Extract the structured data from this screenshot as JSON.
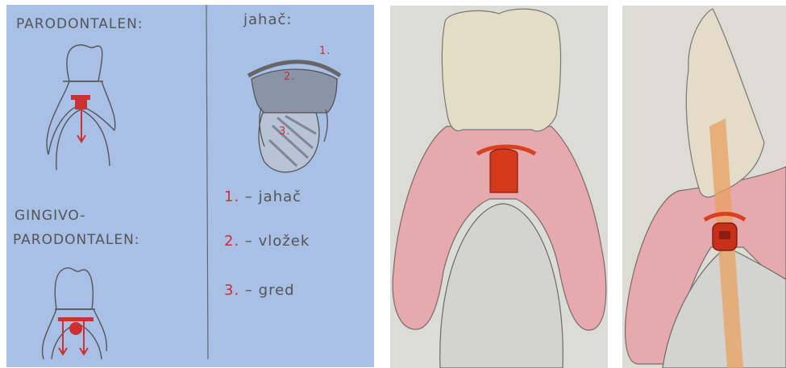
{
  "sketch": {
    "title_top_left": "PARODONTALEN:",
    "title_bottom_left_line1": "GINGIVO-",
    "title_bottom_left_line2": "PARODONTALEN:",
    "title_right": "jahač:",
    "callout_1": "1.",
    "callout_2": "2.",
    "callout_3": "3.",
    "legend": [
      {
        "num": "1.",
        "dash": "–",
        "text": "jahač"
      },
      {
        "num": "2.",
        "dash": "–",
        "text": "vložek"
      },
      {
        "num": "3.",
        "dash": "–",
        "text": "gred"
      }
    ]
  },
  "colors": {
    "paper_blue": "#a8bfe6",
    "pencil": "#555555",
    "red_marker": "#cc3030",
    "gum_pink": "#e8a9ad",
    "attachment_red": "#d93a1e"
  }
}
